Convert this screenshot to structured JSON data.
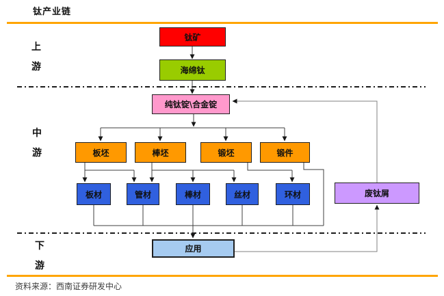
{
  "title": "钛产业链",
  "source": "资料来源：西南证券研发中心",
  "stages": {
    "upstream": "上游",
    "midstream": "中游",
    "downstream": "下游"
  },
  "nodes": {
    "ore": {
      "label": "钛矿"
    },
    "sponge": {
      "label": "海绵钛"
    },
    "ingot": {
      "label": "纯钛锭\\合金锭"
    },
    "slab": {
      "label": "板坯"
    },
    "bar_billet": {
      "label": "棒坯"
    },
    "forge_billet": {
      "label": "锻坯"
    },
    "forgings": {
      "label": "锻件"
    },
    "plate": {
      "label": "板材"
    },
    "tube": {
      "label": "管材"
    },
    "bar": {
      "label": "棒材"
    },
    "wire": {
      "label": "丝材"
    },
    "ring": {
      "label": "环材"
    },
    "application": {
      "label": "应用"
    },
    "scrap": {
      "label": "废钛屑"
    }
  },
  "colors": {
    "ore": "#ff0000",
    "sponge": "#99cc00",
    "ingot": "#ff99cc",
    "billet": "#ff9900",
    "product": "#3060df",
    "application": "#a6cbf0",
    "scrap": "#cc99ff",
    "rule": "#ffa500",
    "connector": "#3f3f3f",
    "loop": "#808080",
    "divider": "#1a1a1a"
  }
}
